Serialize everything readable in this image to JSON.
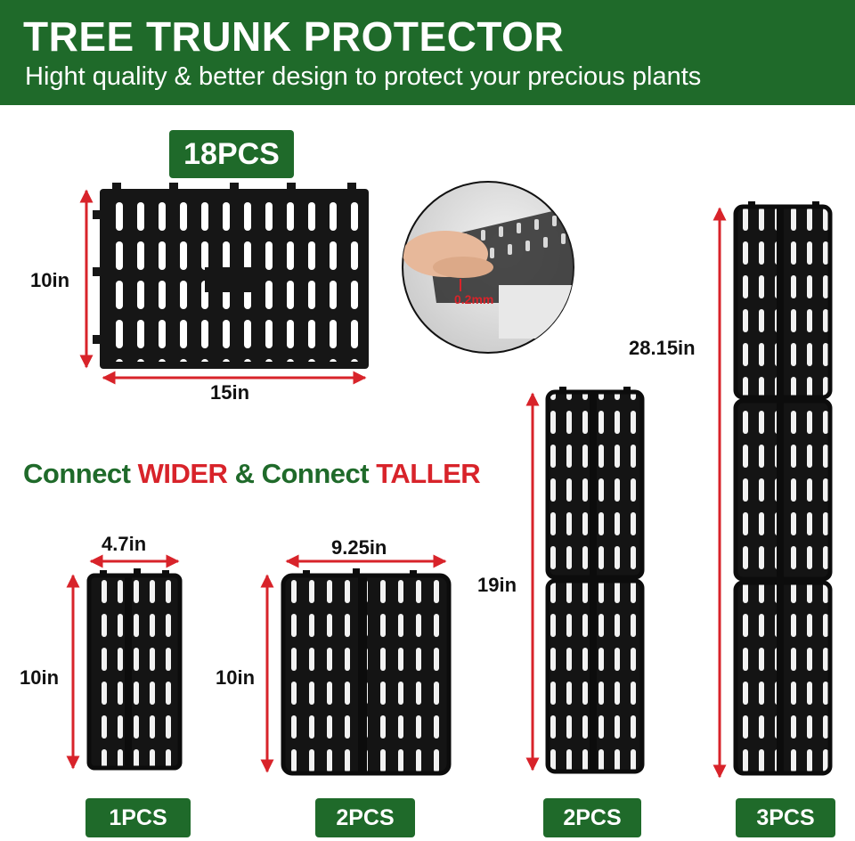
{
  "header": {
    "title": "TREE TRUNK PROTECTOR",
    "subtitle": "Hight quality & better design to protect your precious plants"
  },
  "sheet": {
    "badge": "18PCS",
    "height_label": "10in",
    "width_label": "15in"
  },
  "closeup": {
    "thickness_label": "0.2mm"
  },
  "connect": {
    "part1": "Connect ",
    "part2": "WIDER",
    "part3": " & Connect ",
    "part4": "TALLER"
  },
  "configs": [
    {
      "badge": "1PCS",
      "width_label": "4.7in",
      "height_label": "10in"
    },
    {
      "badge": "2PCS",
      "width_label": "9.25in",
      "height_label": "10in"
    },
    {
      "badge": "2PCS",
      "height_label": "19in"
    },
    {
      "badge": "3PCS",
      "height_label": "28.15in"
    }
  ],
  "colors": {
    "brand_green": "#1f6a2a",
    "arrow_red": "#d8232a",
    "product_black": "#111111"
  }
}
